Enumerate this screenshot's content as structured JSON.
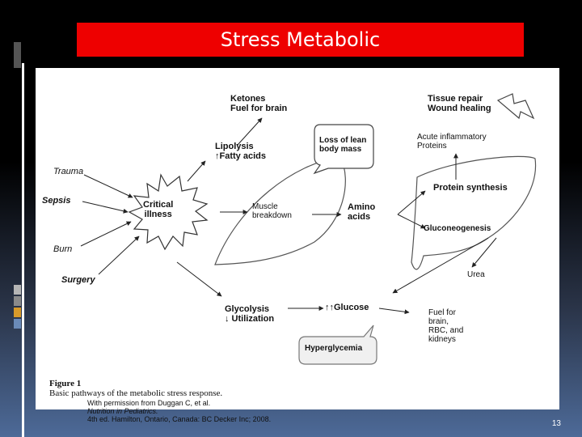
{
  "slide": {
    "title": "Stress Metabolic",
    "page_number": "13"
  },
  "diagram": {
    "center": "Critical\nillness",
    "causes": [
      "Trauma",
      "Sepsis",
      "Burn",
      "Surgery"
    ],
    "ketones": "Ketones\nFuel for brain",
    "lipolysis": "Lipolysis\n↑Fatty acids",
    "loss": "Loss of lean\nbody mass",
    "muscle": "Muscle\nbreakdown",
    "amino": "Amino\nacids",
    "tissue": "Tissue repair\nWound healing",
    "acute": "Acute inflammatory\nProteins",
    "protein": "Protein synthesis",
    "gluco": "Gluconeogenesis",
    "urea": "Urea",
    "glycolysis": "Glycolysis\n↓ Utilization",
    "glucose": "↑↑Glucose",
    "fuel": "Fuel for\nbrain,\nRBC, and\nkidneys",
    "hyper": "Hyperglycemia",
    "caption_label": "Figure 1",
    "caption_text": "Basic pathways of the metabolic stress response.",
    "credit_prefix": "With permission from Duggan C, et al.",
    "credit_title": "Nutrition in Pediatrics.",
    "credit_suffix": "4th ed. Hamilton, Ontario, Canada: BC Decker Inc; 2008."
  }
}
